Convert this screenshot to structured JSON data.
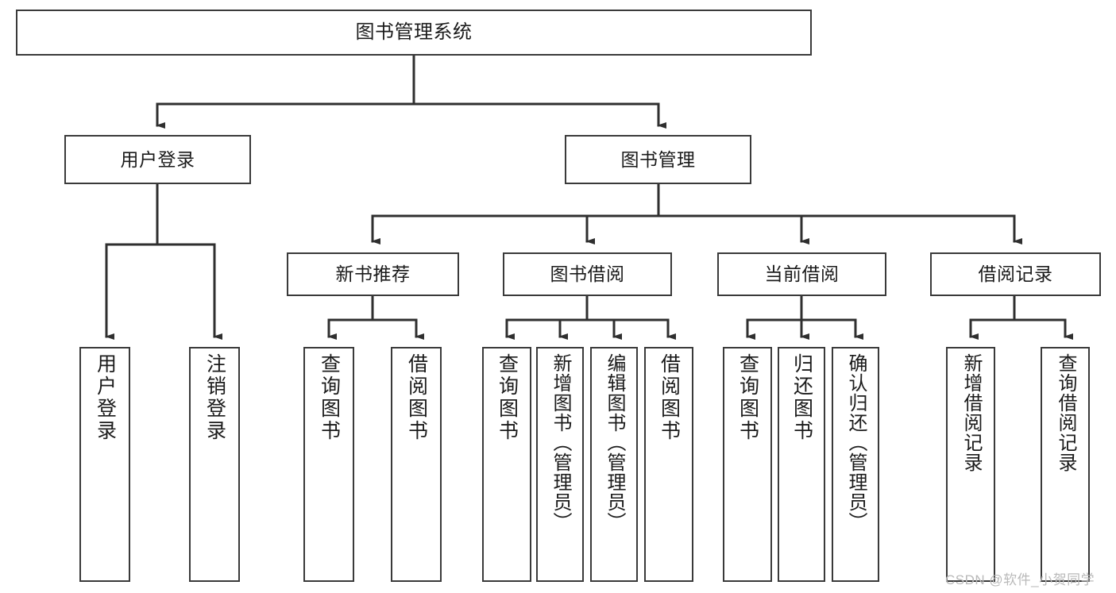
{
  "diagram": {
    "title": "图书管理系统",
    "type": "tree-hierarchy",
    "watermark": "CSDN @软件_小贺同学",
    "colors": {
      "box_border": "#3a3a3a",
      "box_fill": "#ffffff",
      "text": "#1b1b1b",
      "connector": "#2f2f2f",
      "watermark": "#b9b9b9",
      "background": "#ffffff"
    },
    "levels": {
      "root": {
        "label": "图书管理系统"
      },
      "level2": [
        {
          "id": "user-login",
          "label": "用户登录"
        },
        {
          "id": "book-manage",
          "label": "图书管理"
        }
      ],
      "level3": [
        {
          "id": "new-book-recommend",
          "label": "新书推荐",
          "parent": "book-manage"
        },
        {
          "id": "book-borrow",
          "label": "图书借阅",
          "parent": "book-manage"
        },
        {
          "id": "current-borrow",
          "label": "当前借阅",
          "parent": "book-manage"
        },
        {
          "id": "borrow-record",
          "label": "借阅记录",
          "parent": "book-manage"
        }
      ],
      "leaves": [
        {
          "id": "leaf-user-login",
          "label": "用户登录",
          "parent": "user-login"
        },
        {
          "id": "leaf-user-logout",
          "label": "注销登录",
          "parent": "user-login"
        },
        {
          "id": "leaf-query-book-1",
          "label": "查询图书",
          "parent": "new-book-recommend"
        },
        {
          "id": "leaf-borrow-book-1",
          "label": "借阅图书",
          "parent": "new-book-recommend"
        },
        {
          "id": "leaf-query-book-2",
          "label": "查询图书",
          "parent": "book-borrow"
        },
        {
          "id": "leaf-add-book",
          "label": "新增图书（管理员）",
          "parent": "book-borrow"
        },
        {
          "id": "leaf-edit-book",
          "label": "编辑图书（管理员）",
          "parent": "book-borrow"
        },
        {
          "id": "leaf-borrow-book-2",
          "label": "借阅图书",
          "parent": "book-borrow"
        },
        {
          "id": "leaf-query-book-3",
          "label": "查询图书",
          "parent": "current-borrow"
        },
        {
          "id": "leaf-return-book",
          "label": "归还图书",
          "parent": "current-borrow"
        },
        {
          "id": "leaf-confirm-return",
          "label": "确认归还（管理员）",
          "parent": "current-borrow"
        },
        {
          "id": "leaf-add-record",
          "label": "新增借阅记录",
          "parent": "borrow-record"
        },
        {
          "id": "leaf-query-record",
          "label": "查询借阅记录",
          "parent": "borrow-record"
        }
      ]
    }
  }
}
